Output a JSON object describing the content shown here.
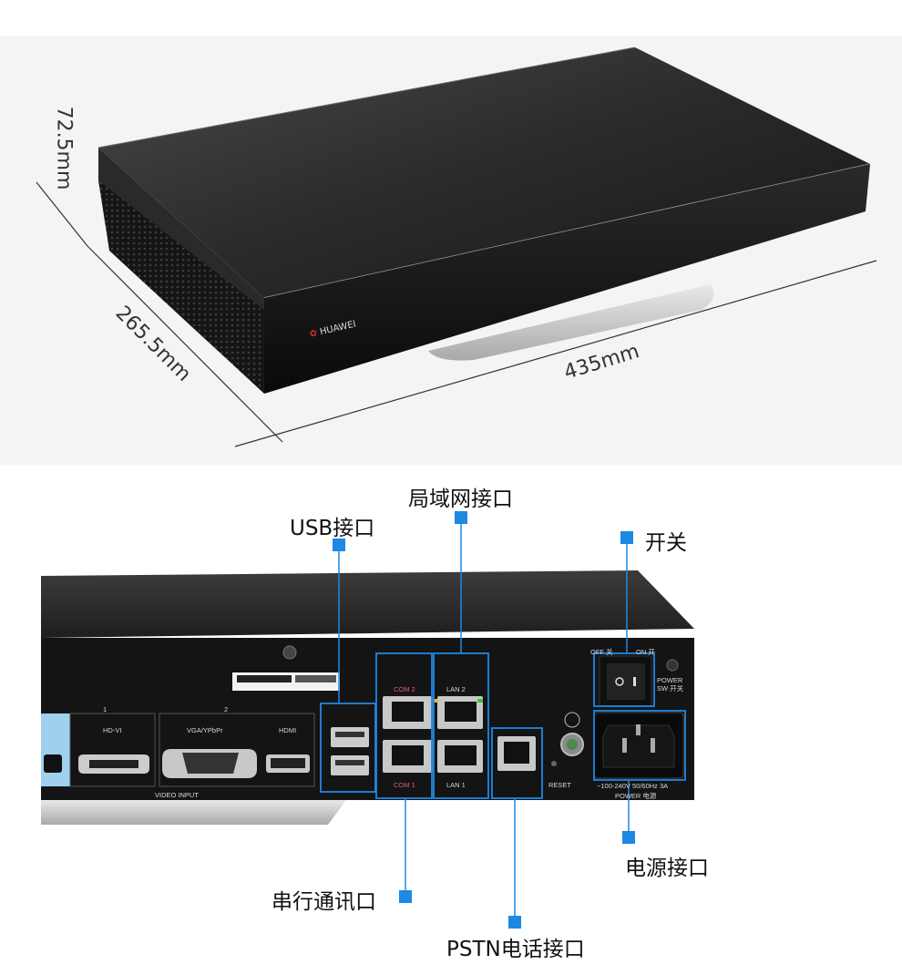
{
  "dimensions": {
    "height": "72.5mm",
    "depth": "265.5mm",
    "width": "435mm"
  },
  "brand": "HUAWEI",
  "callouts": {
    "usb": "USB接口",
    "lan": "局域网接口",
    "switch": "开关",
    "serial": "串行通讯口",
    "pstn": "PSTN电话接口",
    "power_port": "电源接口"
  },
  "rear_panel_text": {
    "hdvi_num": "1",
    "hdvi": "HD-VI",
    "vga_num": "2",
    "vga": "VGA/YPbPr",
    "hdmi": "HDMI",
    "video_input": "VIDEO INPUT",
    "com2": "COM 2",
    "com1": "COM 1",
    "lan2": "LAN 2",
    "lan1": "LAN 1",
    "reset": "RESET",
    "off": "OFF 关",
    "on": "ON 开",
    "power_sw": "POWER SW 开关",
    "power_rating": "~100-240V 50/60Hz 3A",
    "power_label": "POWER 电源"
  },
  "colors": {
    "callout_blue": "#1e88e5",
    "device_body": "#1c1c1c",
    "background_panel": "#f4f4f4"
  }
}
